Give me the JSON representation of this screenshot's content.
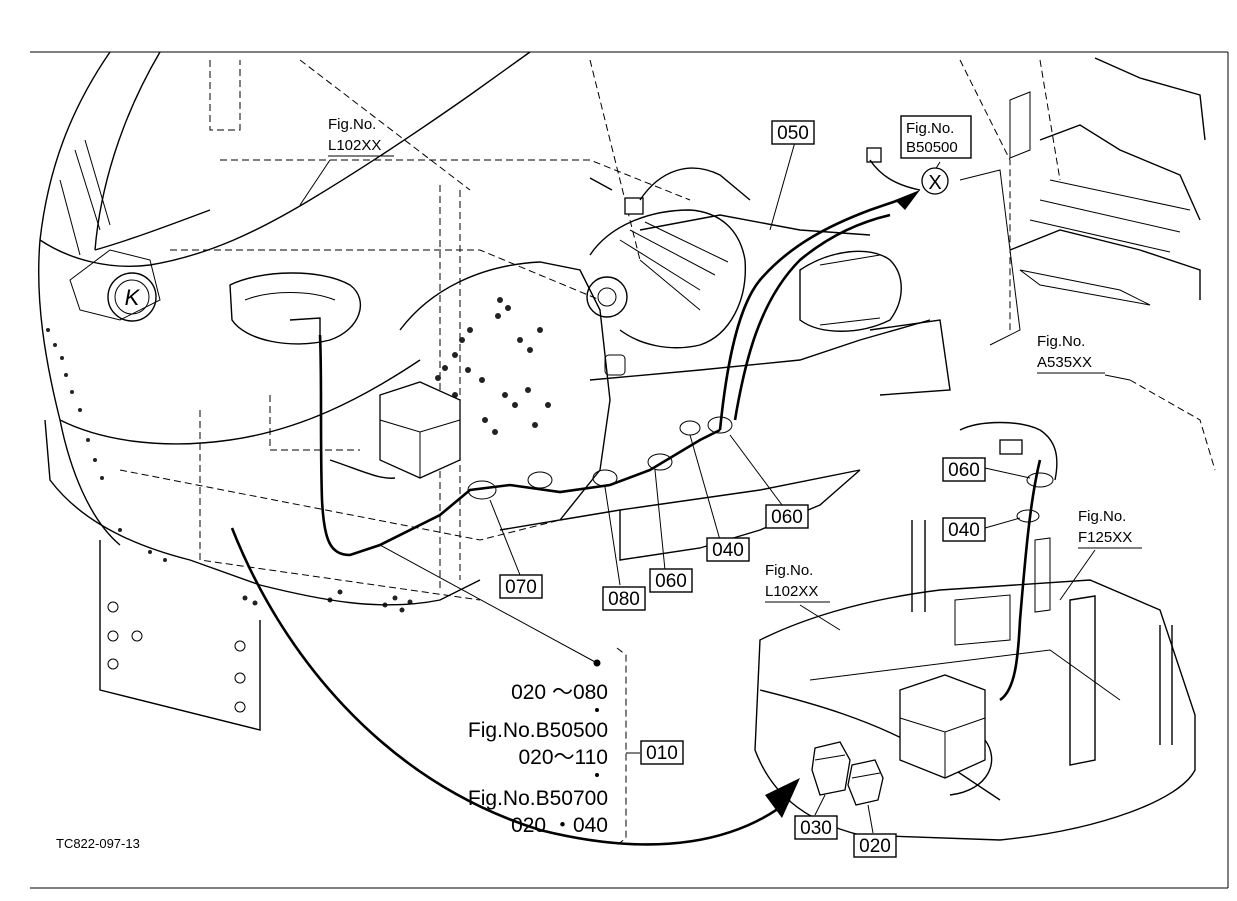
{
  "diagram_id": "TC822-097-13",
  "fig_refs": {
    "l102_top": [
      "Fig.No.",
      "L102XX"
    ],
    "b50500": [
      "Fig.No.",
      "B50500"
    ],
    "a535": [
      "Fig.No.",
      "A535XX"
    ],
    "f125": [
      "Fig.No.",
      "F125XX"
    ],
    "l102_bottom": [
      "Fig.No.",
      "L102XX"
    ]
  },
  "marker_x": "X",
  "callouts": {
    "c050": "050",
    "c060_right": "060",
    "c040_mid": "040",
    "c060_mid": "060",
    "c080": "080",
    "c070": "070",
    "c060_inset": "060",
    "c040_inset": "040",
    "c030": "030",
    "c020": "020",
    "c010": "010"
  },
  "kit_note": {
    "line1": "020 ～080",
    "line2": "Fig.No.B50500",
    "line3": "020～110",
    "line4": "Fig.No.B50700",
    "line5": "020 ・040"
  },
  "logo_letter": "K"
}
